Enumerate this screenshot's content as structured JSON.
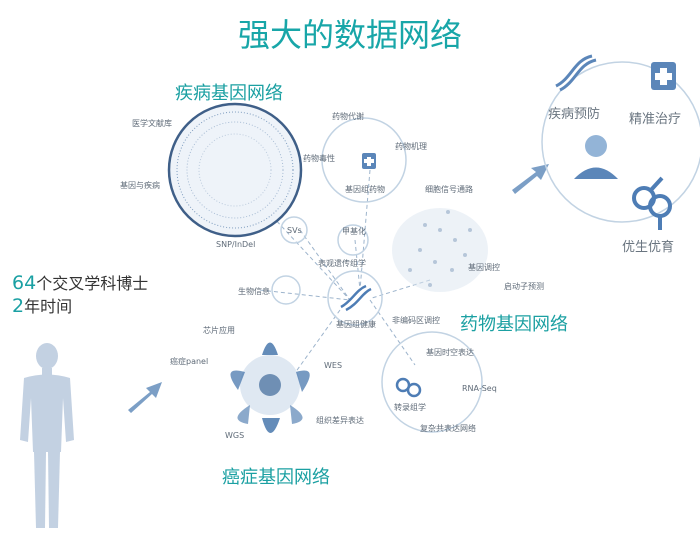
{
  "main_title": "强大的数据网络",
  "networks": {
    "disease": "疾病基因网络",
    "drug": "药物基因网络",
    "cancer": "癌症基因网络"
  },
  "left_text": {
    "line1_number": "64",
    "line1_rest": "个交叉学科博士",
    "line2_number": "2",
    "line2_rest": "年时间"
  },
  "node_labels": {
    "medical_db": "医学文献库",
    "gene_disease": "基因与疾病",
    "snp": "SNP/InDel",
    "svs": "SVs",
    "bio_info": "生物信息",
    "chip": "芯片应用",
    "cancer_panel": "癌症panel",
    "wes": "WES",
    "wgs": "WGS",
    "tissue_expr": "组织差异表达",
    "drug_metab": "药物代谢",
    "drug_mech": "药物机理",
    "drug_toxic": "药物毒性",
    "gene_drug": "基因组药物",
    "cell_signal": "细胞信号通路",
    "methylation": "甲基化",
    "epigenetics": "表观遗传组学",
    "genome_health": "基因组健康",
    "gene_regulation": "基因调控",
    "promoter_pred": "启动子预测",
    "noncoding": "非编码区调控",
    "spatiotemporal": "基因时空表达",
    "rna_seq": "RNA-Seq",
    "transcriptome": "转录组学",
    "coexpr": "复杂共表达网络"
  },
  "outcomes": {
    "prevention": "疾病预防",
    "precision": "精准治疗",
    "eugenics": "优生优育"
  },
  "icons": [
    "dna-icon",
    "medical-kit-icon",
    "doctor-icon",
    "gender-icon",
    "arrow-icon",
    "human-figure-icon"
  ],
  "colors": {
    "accent": "#1aa0a3",
    "node_blue": "#3d6fa8",
    "circle": "#b9cde0"
  }
}
